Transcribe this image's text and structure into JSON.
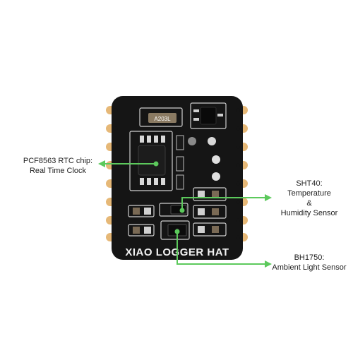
{
  "board": {
    "silkscreen_title": "XIAO LOGGER HAT",
    "rtc_chip_marking": "A203L",
    "pcb_color": "#151515",
    "pad_color": "#e6b877",
    "leader_color": "#5cc95c"
  },
  "callouts": {
    "rtc": {
      "line1": "PCF8563 RTC chip:",
      "line2": "Real Time Clock"
    },
    "sht": {
      "line1": "SHT40:",
      "line2": "Temperature",
      "line3": "&",
      "line4": "Humidity Sensor"
    },
    "bh": {
      "line1": "BH1750:",
      "line2": "Ambient Light Sensor"
    }
  }
}
